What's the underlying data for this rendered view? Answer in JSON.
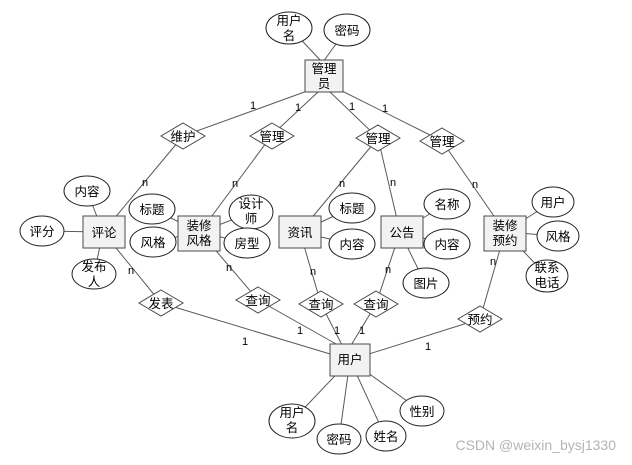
{
  "entities": {
    "admin": [
      "管理",
      "员"
    ],
    "review": [
      "评论"
    ],
    "style": [
      "装修",
      "风格"
    ],
    "news": [
      "资讯"
    ],
    "notice": [
      "公告"
    ],
    "booking": [
      "装修",
      "预约"
    ],
    "user": [
      "用户"
    ]
  },
  "attributes": {
    "admin_username": [
      "用户",
      "名"
    ],
    "admin_password": [
      "密码"
    ],
    "review_content": [
      "内容"
    ],
    "review_score": [
      "评分"
    ],
    "review_publisher": [
      "发布",
      "人"
    ],
    "style_title": [
      "标题"
    ],
    "style_style": [
      "风格"
    ],
    "style_designer": [
      "设计",
      "师"
    ],
    "style_roomtype": [
      "房型"
    ],
    "news_title": [
      "标题"
    ],
    "news_content": [
      "内容"
    ],
    "notice_name": [
      "名称"
    ],
    "notice_content": [
      "内容"
    ],
    "notice_image": [
      "图片"
    ],
    "booking_user": [
      "用户"
    ],
    "booking_style": [
      "风格"
    ],
    "booking_phone": [
      "联系",
      "电话"
    ],
    "user_username": [
      "用户",
      "名"
    ],
    "user_password": [
      "密码"
    ],
    "user_name": [
      "姓名"
    ],
    "user_gender": [
      "性别"
    ]
  },
  "relationships": {
    "maintain": "维护",
    "manage1": "管理",
    "manage2": "管理",
    "manage3": "管理",
    "publish": "发表",
    "query1": "查询",
    "query2": "查询",
    "query3": "查询",
    "book": "预约"
  },
  "cardinalities": {
    "one": "1",
    "many": "n"
  },
  "watermark": "CSDN @weixin_bysj1330"
}
